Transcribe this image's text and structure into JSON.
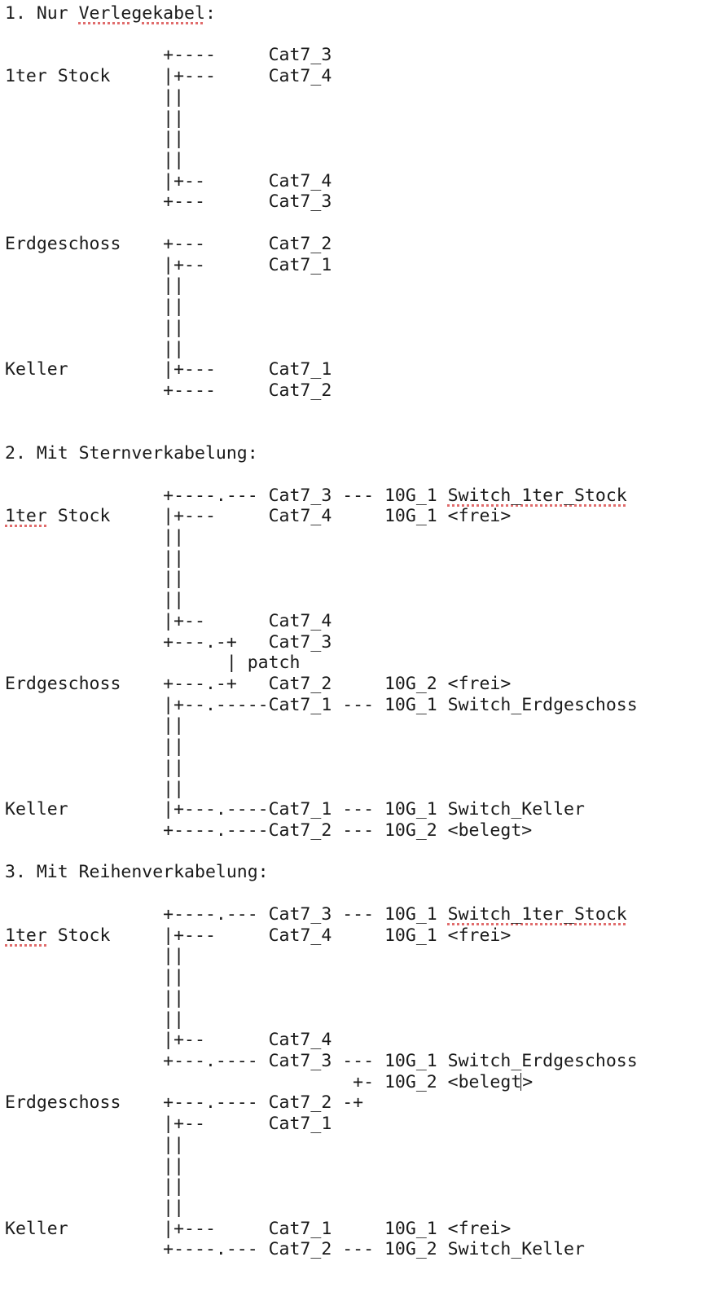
{
  "colors": {
    "text": "#1a1a1a",
    "spellcheck_underline": "#e06c6c",
    "background": "#ffffff"
  },
  "document": {
    "lines": [
      [
        {
          "t": "1. Nur "
        },
        {
          "t": "Verlegekabel",
          "spell": true
        },
        {
          "t": ":"
        }
      ],
      [],
      [
        {
          "t": "               +----     Cat7_3"
        }
      ],
      [
        {
          "t": "1ter Stock     |+---     Cat7_4"
        }
      ],
      [
        {
          "t": "               ||"
        }
      ],
      [
        {
          "t": "               ||"
        }
      ],
      [
        {
          "t": "               ||"
        }
      ],
      [
        {
          "t": "               ||"
        }
      ],
      [
        {
          "t": "               |+--      Cat7_4"
        }
      ],
      [
        {
          "t": "               +---      Cat7_3"
        }
      ],
      [],
      [
        {
          "t": "Erdgeschoss    +---      Cat7_2"
        }
      ],
      [
        {
          "t": "               |+--      Cat7_1"
        }
      ],
      [
        {
          "t": "               ||"
        }
      ],
      [
        {
          "t": "               ||"
        }
      ],
      [
        {
          "t": "               ||"
        }
      ],
      [
        {
          "t": "               ||"
        }
      ],
      [
        {
          "t": "Keller         |+---     Cat7_1"
        }
      ],
      [
        {
          "t": "               +----     Cat7_2"
        }
      ],
      [],
      [],
      [
        {
          "t": "2. Mit Sternverkabelung:"
        }
      ],
      [],
      [
        {
          "t": "               +----.--- Cat7_3 --- 10G_1 "
        },
        {
          "t": "Switch_1ter_Stock",
          "spell": true
        }
      ],
      [
        {
          "t": "1ter",
          "spell": true
        },
        {
          "t": " Stock     |+---     Cat7_4     10G_1 <frei>"
        }
      ],
      [
        {
          "t": "               ||"
        }
      ],
      [
        {
          "t": "               ||"
        }
      ],
      [
        {
          "t": "               ||"
        }
      ],
      [
        {
          "t": "               ||"
        }
      ],
      [
        {
          "t": "               |+--      Cat7_4"
        }
      ],
      [
        {
          "t": "               +---.-+   Cat7_3"
        }
      ],
      [
        {
          "t": "                     | patch"
        }
      ],
      [
        {
          "t": "Erdgeschoss    +---.-+   Cat7_2     10G_2 <frei>"
        }
      ],
      [
        {
          "t": "               |+--.-----Cat7_1 --- 10G_1 Switch_Erdgeschoss"
        }
      ],
      [
        {
          "t": "               ||"
        }
      ],
      [
        {
          "t": "               ||"
        }
      ],
      [
        {
          "t": "               ||"
        }
      ],
      [
        {
          "t": "               ||"
        }
      ],
      [
        {
          "t": "Keller         |+---.----Cat7_1 --- 10G_1 Switch_Keller"
        }
      ],
      [
        {
          "t": "               +----.----Cat7_2 --- 10G_2 <belegt>"
        }
      ],
      [],
      [
        {
          "t": "3. Mit Reihenverkabelung:"
        }
      ],
      [],
      [
        {
          "t": "               +----.--- Cat7_3 --- 10G_1 "
        },
        {
          "t": "Switch_1ter_Stock",
          "spell": true
        }
      ],
      [
        {
          "t": "1ter",
          "spell": true
        },
        {
          "t": " Stock     |+---     Cat7_4     10G_1 <frei>"
        }
      ],
      [
        {
          "t": "               ||"
        }
      ],
      [
        {
          "t": "               ||"
        }
      ],
      [
        {
          "t": "               ||"
        }
      ],
      [
        {
          "t": "               ||"
        }
      ],
      [
        {
          "t": "               |+--      Cat7_4"
        }
      ],
      [
        {
          "t": "               +---.---- Cat7_3 --- 10G_1 Switch_Erdgeschoss"
        }
      ],
      [
        {
          "t": "                                 +- 10G_2 <belegt"
        },
        {
          "caret": true
        },
        {
          "t": ">"
        }
      ],
      [
        {
          "t": "Erdgeschoss    +---.---- Cat7_2 -+"
        }
      ],
      [
        {
          "t": "               |+--      Cat7_1"
        }
      ],
      [
        {
          "t": "               ||"
        }
      ],
      [
        {
          "t": "               ||"
        }
      ],
      [
        {
          "t": "               ||"
        }
      ],
      [
        {
          "t": "               ||"
        }
      ],
      [
        {
          "t": "Keller         |+---     Cat7_1     10G_1 <frei>"
        }
      ],
      [
        {
          "t": "               +----.--- Cat7_2 --- 10G_2 Switch_Keller"
        }
      ]
    ]
  }
}
